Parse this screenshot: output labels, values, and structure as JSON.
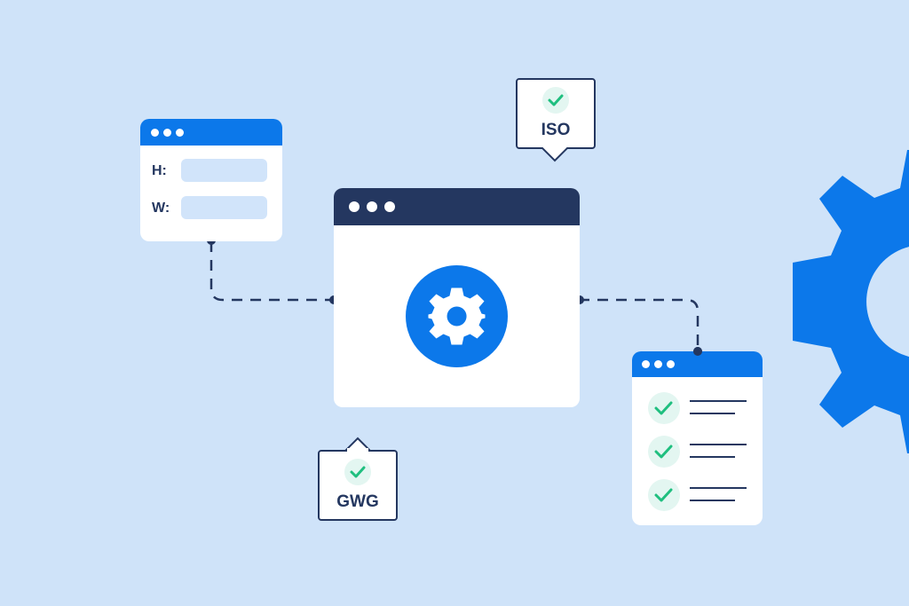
{
  "colors": {
    "background": "#cfe3f9",
    "brand_blue": "#0c78ea",
    "navy": "#243760",
    "check_green": "#1fbf7f",
    "check_bg": "#e3f6f1",
    "field_bg": "#d1e4fa"
  },
  "dimension_window": {
    "fields": [
      {
        "label": "H:",
        "value": ""
      },
      {
        "label": "W:",
        "value": ""
      }
    ]
  },
  "badges": {
    "top": {
      "label": "ISO",
      "icon": "check-icon"
    },
    "bottom": {
      "label": "GWG",
      "icon": "check-icon"
    }
  },
  "main_window": {
    "icon": "gear-icon"
  },
  "checklist_window": {
    "items": [
      {
        "icon": "check-icon",
        "checked": true
      },
      {
        "icon": "check-icon",
        "checked": true
      },
      {
        "icon": "check-icon",
        "checked": true
      }
    ]
  },
  "decor": {
    "large_icon": "gear-icon"
  }
}
